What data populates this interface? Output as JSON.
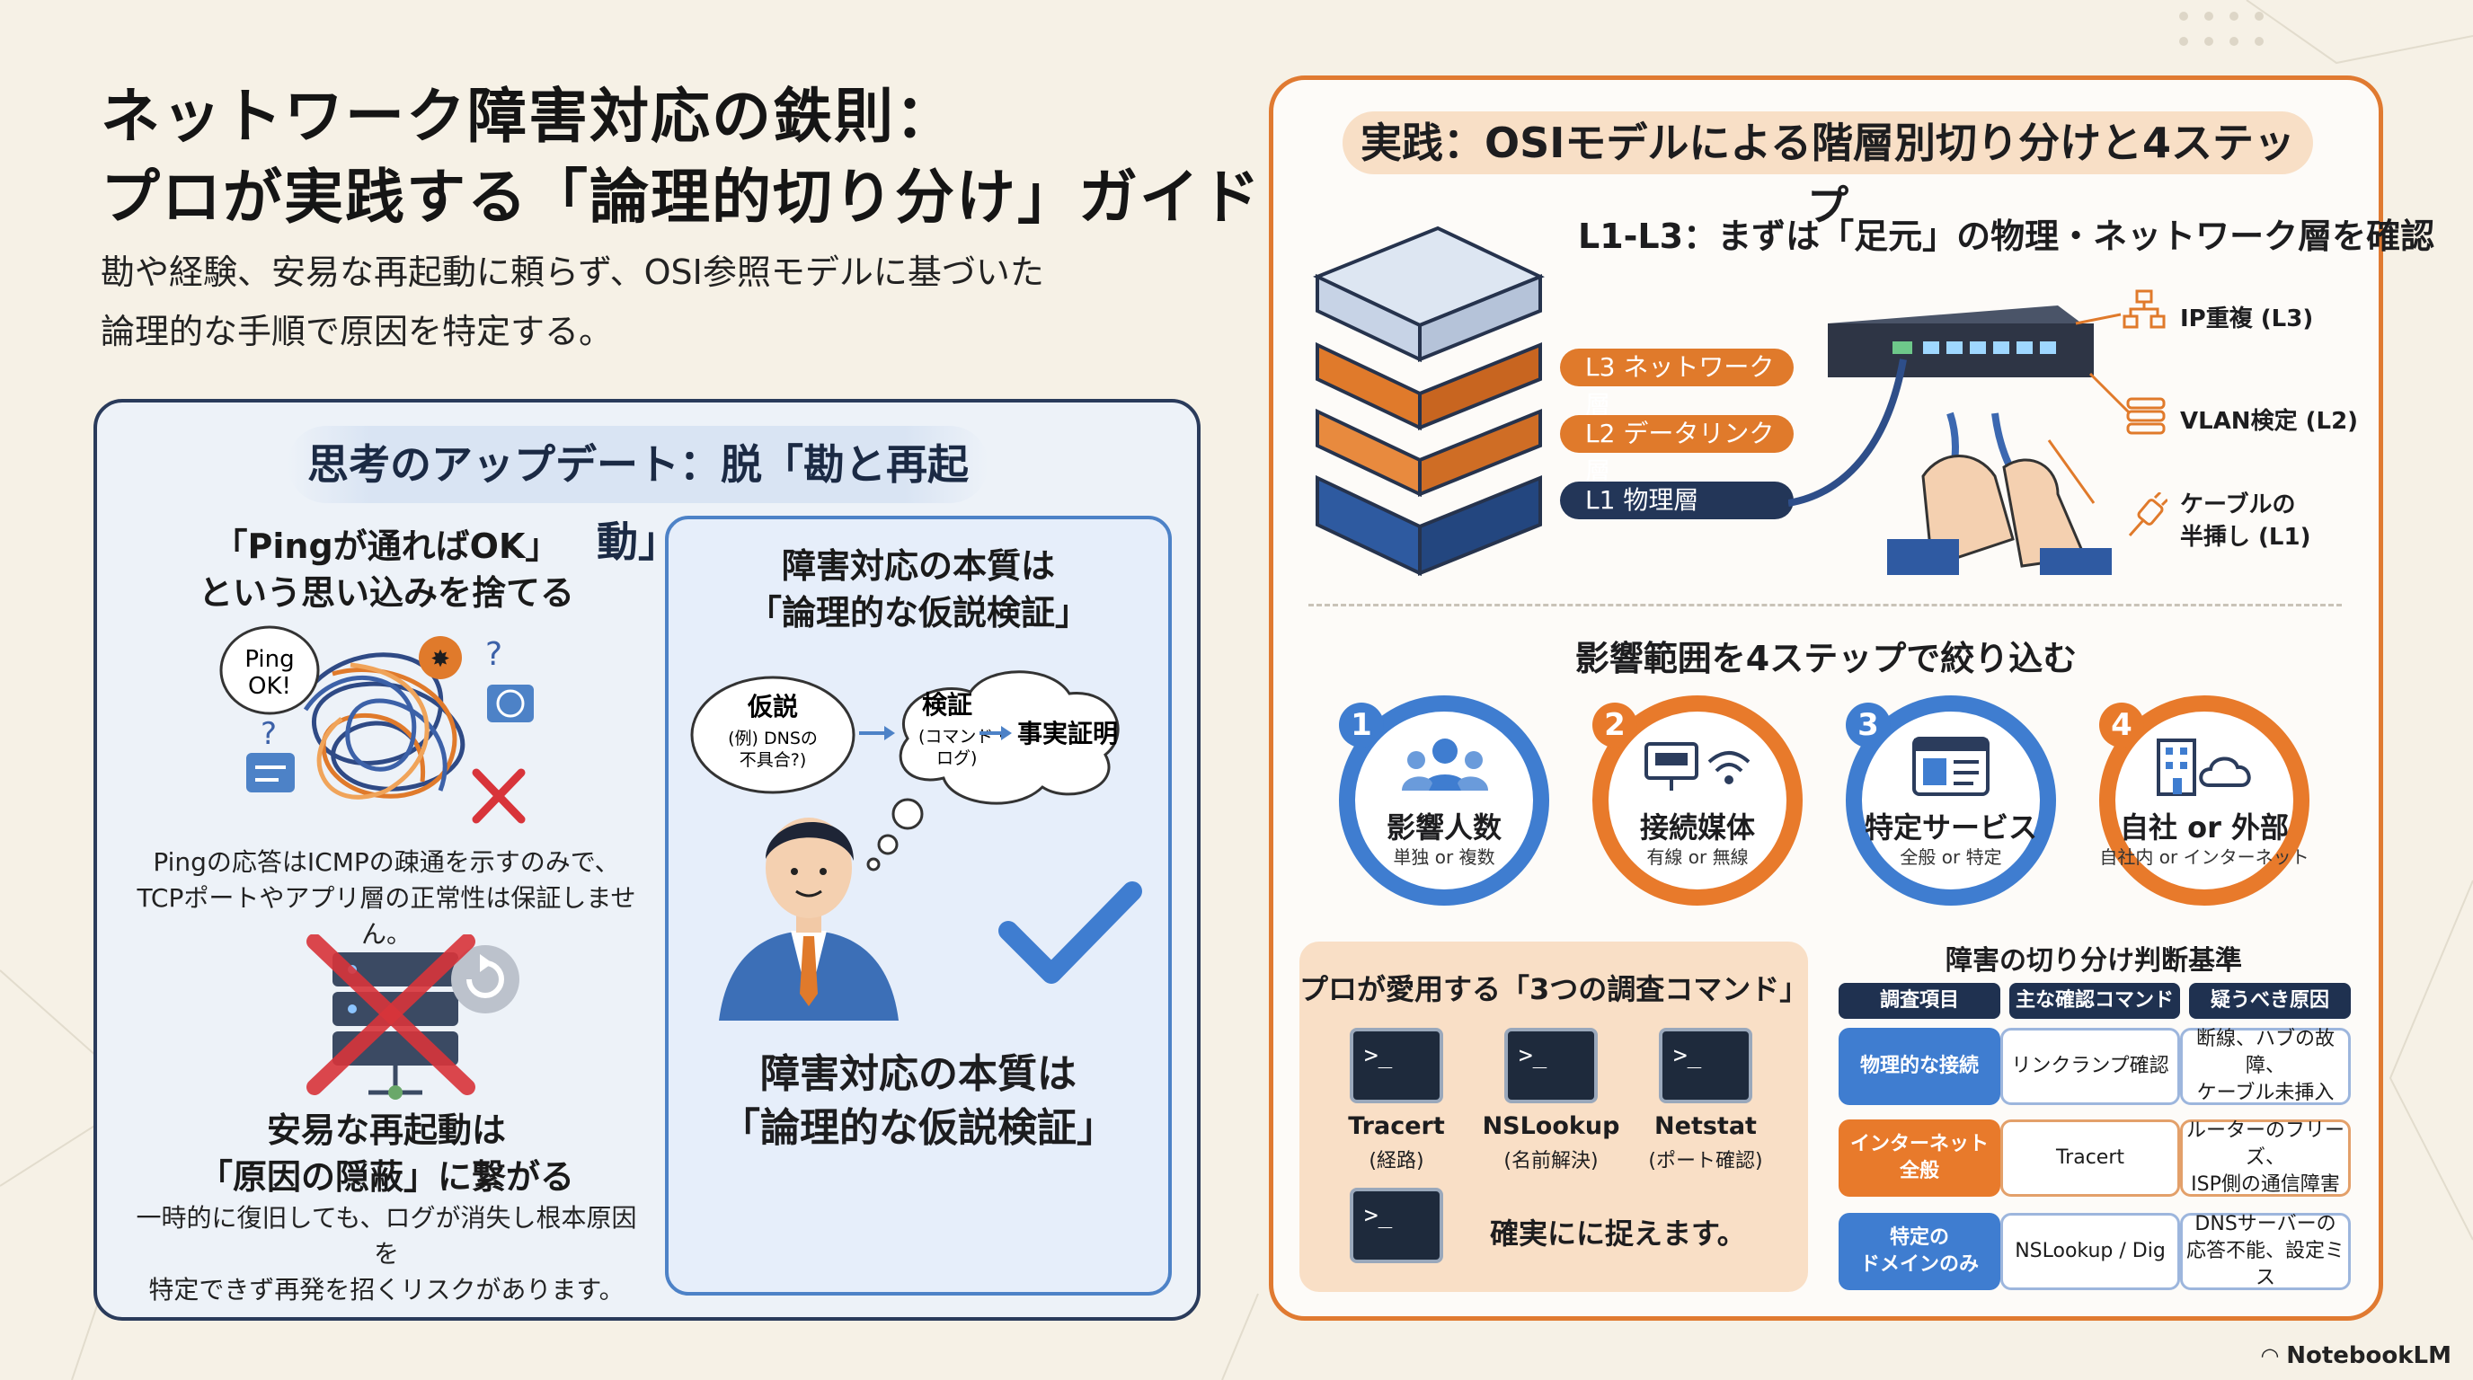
{
  "header": {
    "title_line1": "ネットワーク障害対応の鉄則：",
    "title_line2": "プロが実践する「論理的切り分け」ガイド",
    "subtitle_line1": "勘や経験、安易な再起動に頼らず、OSI参照モデルに基づいた",
    "subtitle_line2": "論理的な手順で原因を特定する。"
  },
  "left_panel": {
    "heading": "思考のアップデート：脱「勘と再起動」",
    "ping": {
      "title_line1": "「Pingが通ればOK」",
      "title_line2": "という思い込みを捨てる",
      "bubble_line1": "Ping",
      "bubble_line2": "OK!",
      "note_line1": "Pingの応答はICMPの疎通を示すのみで、",
      "note_line2": "TCPポートやアプリ層の正常性は保証しません。"
    },
    "reboot": {
      "title_line1": "安易な再起動は",
      "title_line2": "「原因の隠蔽」に繋がる",
      "note_line1": "一時的に復旧しても、ログが消失し根本原因を",
      "note_line2": "特定できず再発を招くリスクがあります。"
    },
    "hypothesis": {
      "title_line1": "障害対応の本質は",
      "title_line2": "「論理的な仮説検証」",
      "bubble1_title": "仮説",
      "bubble1_line1": "(例) DNSの",
      "bubble1_line2": "不具合?)",
      "bubble2_title": "検証",
      "bubble2_line1": "(コマンド・",
      "bubble2_line2": "ログ)",
      "result": "事実証明",
      "bottom_line1": "障害対応の本質は",
      "bottom_line2": "「論理的な仮説検証」"
    }
  },
  "right_panel": {
    "heading": "実践：OSIモデルによる階層別切り分けと4ステップ",
    "osi": {
      "title": "L1-L3：まずは「足元」の物理・ネットワーク層を確認",
      "layers": [
        "L3 ネットワーク層",
        "L2 データリンク層",
        "L1 物理層"
      ],
      "checks": [
        "IP重複 (L3)",
        "VLAN検定 (L2)",
        "ケーブルの",
        "半挿し (L1)"
      ]
    },
    "steps": {
      "title": "影響範囲を4ステップで絞り込む",
      "items": [
        {
          "num": "1",
          "title": "影響人数",
          "sub": "単独 or 複数"
        },
        {
          "num": "2",
          "title": "接続媒体",
          "sub": "有線 or 無線"
        },
        {
          "num": "3",
          "title": "特定サービス",
          "sub": "全般 or 特定"
        },
        {
          "num": "4",
          "title": "自社 or 外部",
          "sub": "自社内 or インターネット"
        }
      ]
    },
    "commands": {
      "title": "プロが愛用する「3つの調査コマンド」",
      "prompt": ">_",
      "items": [
        {
          "name": "Tracert",
          "sub": "(経路)"
        },
        {
          "name": "NSLookup",
          "sub": "(名前解決)"
        },
        {
          "name": "Netstat",
          "sub": "(ポート確認)"
        }
      ],
      "footer": "確実にに捉えます。"
    },
    "criteria": {
      "title": "障害の切り分け判断基準",
      "headers": [
        "調査項目",
        "主な確認コマンド",
        "疑うべき原因"
      ],
      "rows": [
        {
          "item": "物理的な接続",
          "command": "リンクランプ確認",
          "cause_line1": "断線、ハブの故障、",
          "cause_line2": "ケーブル未挿入"
        },
        {
          "item_line1": "インターネット",
          "item_line2": "全般",
          "command": "Tracert",
          "cause_line1": "ルーターのフリーズ、",
          "cause_line2": "ISP側の通信障害"
        },
        {
          "item_line1": "特定の",
          "item_line2": "ドメインのみ",
          "command": "NSLookup / Dig",
          "cause_line1": "DNSサーバーの",
          "cause_line2": "応答不能、設定ミス"
        }
      ]
    }
  },
  "watermark": "NotebookLM",
  "colors": {
    "navy": "#1f3150",
    "blue": "#3f7dd0",
    "orange": "#e87a2b",
    "red": "#d8343a"
  }
}
